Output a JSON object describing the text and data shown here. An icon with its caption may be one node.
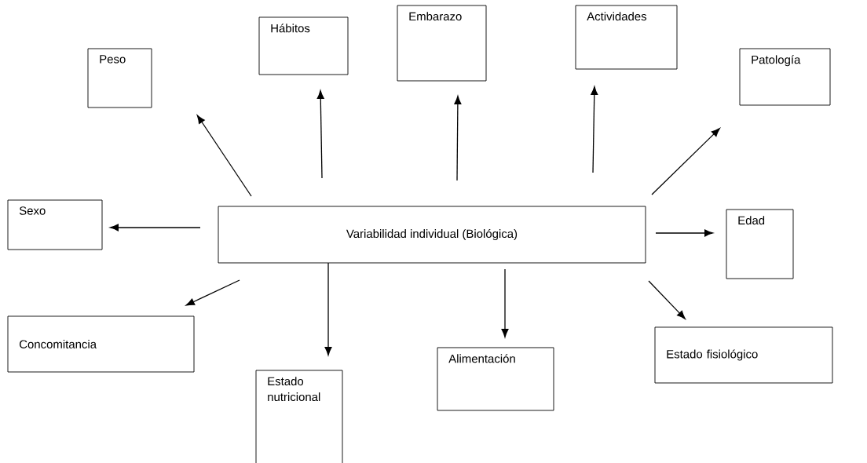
{
  "diagram": {
    "nodes": [
      {
        "text": [
          "Variabilidad individual (Biológica)"
        ]
      },
      {
        "text": [
          "Peso"
        ]
      },
      {
        "text": [
          "Hábitos"
        ]
      },
      {
        "text": [
          "Embarazo"
        ]
      },
      {
        "text": [
          "Actividades"
        ]
      },
      {
        "text": [
          "Patología"
        ]
      },
      {
        "text": [
          "Sexo"
        ]
      },
      {
        "text": [
          "Edad"
        ]
      },
      {
        "text": [
          "Concomitancia"
        ]
      },
      {
        "text": [
          "Estado nutricional"
        ]
      },
      {
        "text": [
          "Alimentación"
        ]
      },
      {
        "text": [
          "Estado fisiológico"
        ]
      }
    ],
    "edges": [
      {
        "from": 0,
        "to": 1,
        "arrow": "to"
      },
      {
        "from": 0,
        "to": 2,
        "arrow": "to"
      },
      {
        "from": 0,
        "to": 3,
        "arrow": "to"
      },
      {
        "from": 0,
        "to": 4,
        "arrow": "to"
      },
      {
        "from": 0,
        "to": 5,
        "arrow": "to"
      },
      {
        "from": 0,
        "to": 6,
        "arrow": "to"
      },
      {
        "from": 0,
        "to": 7,
        "arrow": "to"
      },
      {
        "from": 0,
        "to": 8,
        "arrow": "to"
      },
      {
        "from": 0,
        "to": 9,
        "arrow": "to"
      },
      {
        "from": 0,
        "to": 10,
        "arrow": "to"
      },
      {
        "from": 0,
        "to": 11,
        "arrow": "to"
      }
    ]
  }
}
